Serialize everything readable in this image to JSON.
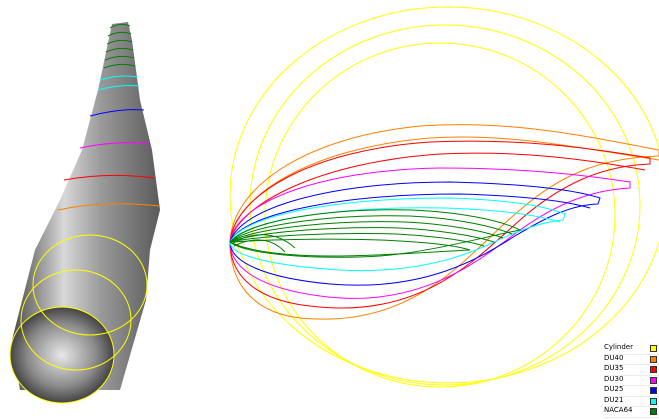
{
  "legend": {
    "items": [
      {
        "label": "Cylinder",
        "color": "#ffff00"
      },
      {
        "label": "DU40",
        "color": "#ff8000"
      },
      {
        "label": "DU35",
        "color": "#ff0000"
      },
      {
        "label": "DU30",
        "color": "#ff00ff"
      },
      {
        "label": "DU25",
        "color": "#0000ff"
      },
      {
        "label": "DU21",
        "color": "#00ffff"
      },
      {
        "label": "NACA64",
        "color": "#008000"
      }
    ]
  },
  "colors": {
    "background": "#ffffff",
    "cylinder": "#ffff00",
    "du40": "#ff8000",
    "du35": "#ff0000",
    "du30": "#ff00ff",
    "du25": "#0000ff",
    "du21": "#00ffff",
    "naca64": "#008000"
  }
}
